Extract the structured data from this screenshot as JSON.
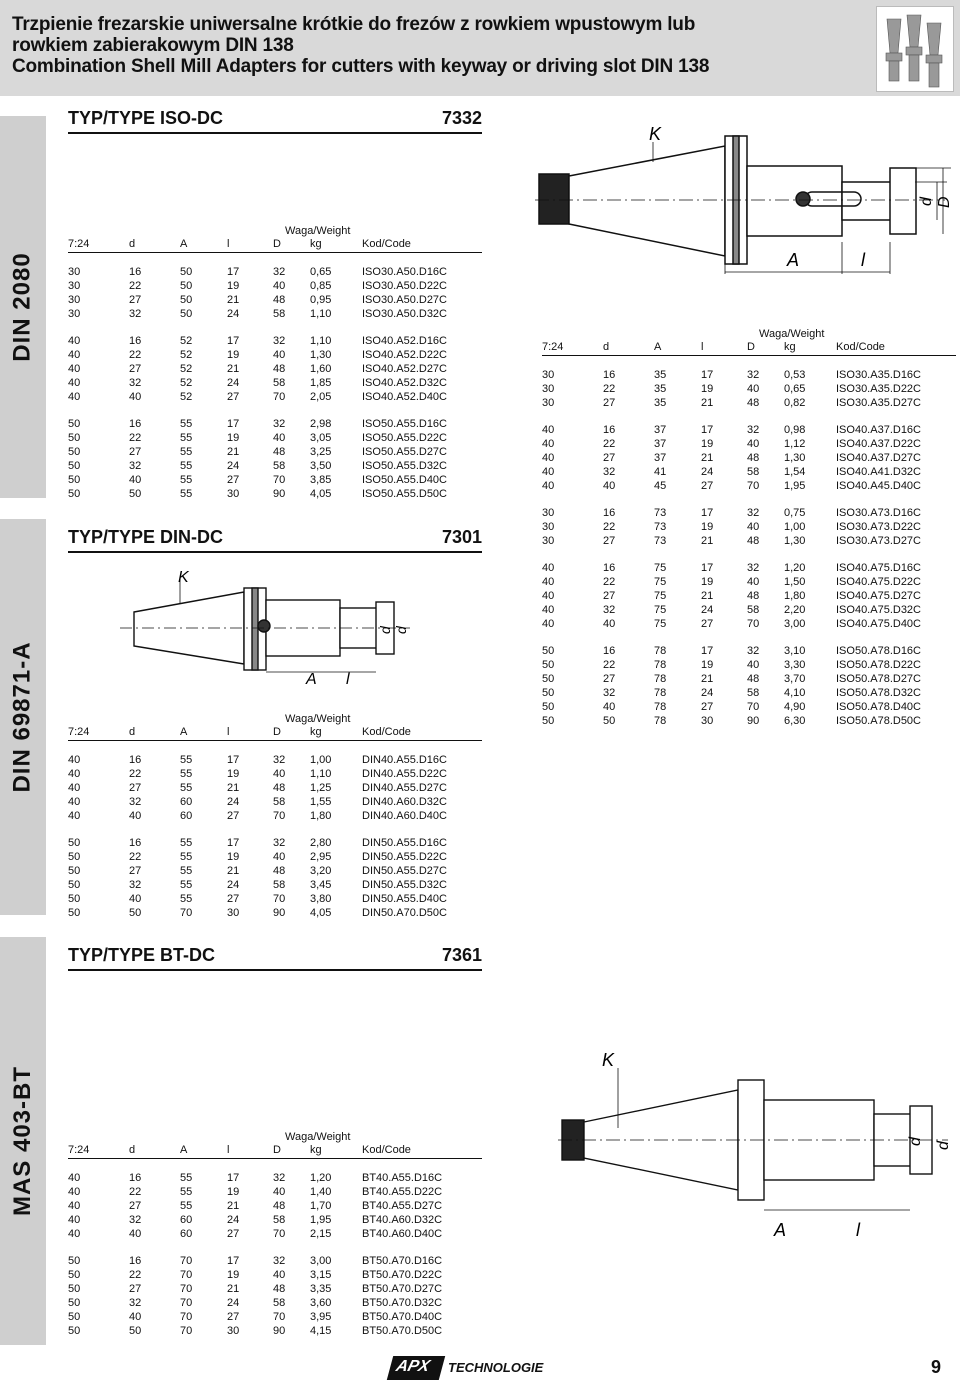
{
  "header": {
    "line1": "Trzpienie frezarskie uniwersalne krótkie do frezów z rowkiem wpustowym lub",
    "line2": "rowkiem zabierakowym DIN 138",
    "line3": "Combination Shell Mill Adapters for cutters with keyway or driving slot DIN 138"
  },
  "side_labels": [
    "DIN 2080",
    "DIN 69871-A",
    "MAS 403-BT"
  ],
  "columns": [
    "7:24",
    "d",
    "A",
    "l",
    "D",
    "kg",
    "Kod/Code"
  ],
  "weight_label": "Waga/Weight",
  "fig_labels": {
    "K": "K",
    "A": "A",
    "l": "l",
    "d": "d",
    "D": "D",
    "d1": "d",
    "one": "1"
  },
  "sections": {
    "iso": {
      "type_label": "TYP/TYPE  ISO-DC",
      "type_code": "7332",
      "groups": [
        [
          [
            "30",
            "16",
            "50",
            "17",
            "32",
            "0,65",
            "ISO30.A50.D16C"
          ],
          [
            "30",
            "22",
            "50",
            "19",
            "40",
            "0,85",
            "ISO30.A50.D22C"
          ],
          [
            "30",
            "27",
            "50",
            "21",
            "48",
            "0,95",
            "ISO30.A50.D27C"
          ],
          [
            "30",
            "32",
            "50",
            "24",
            "58",
            "1,10",
            "ISO30.A50.D32C"
          ]
        ],
        [
          [
            "40",
            "16",
            "52",
            "17",
            "32",
            "1,10",
            "ISO40.A52.D16C"
          ],
          [
            "40",
            "22",
            "52",
            "19",
            "40",
            "1,30",
            "ISO40.A52.D22C"
          ],
          [
            "40",
            "27",
            "52",
            "21",
            "48",
            "1,60",
            "ISO40.A52.D27C"
          ],
          [
            "40",
            "32",
            "52",
            "24",
            "58",
            "1,85",
            "ISO40.A52.D32C"
          ],
          [
            "40",
            "40",
            "52",
            "27",
            "70",
            "2,05",
            "ISO40.A52.D40C"
          ]
        ],
        [
          [
            "50",
            "16",
            "55",
            "17",
            "32",
            "2,98",
            "ISO50.A55.D16C"
          ],
          [
            "50",
            "22",
            "55",
            "19",
            "40",
            "3,05",
            "ISO50.A55.D22C"
          ],
          [
            "50",
            "27",
            "55",
            "21",
            "48",
            "3,25",
            "ISO50.A55.D27C"
          ],
          [
            "50",
            "32",
            "55",
            "24",
            "58",
            "3,50",
            "ISO50.A55.D32C"
          ],
          [
            "50",
            "40",
            "55",
            "27",
            "70",
            "3,85",
            "ISO50.A55.D40C"
          ],
          [
            "50",
            "50",
            "55",
            "30",
            "90",
            "4,05",
            "ISO50.A55.D50C"
          ]
        ]
      ],
      "right_groups": [
        [
          [
            "30",
            "16",
            "35",
            "17",
            "32",
            "0,53",
            "ISO30.A35.D16C"
          ],
          [
            "30",
            "22",
            "35",
            "19",
            "40",
            "0,65",
            "ISO30.A35.D22C"
          ],
          [
            "30",
            "27",
            "35",
            "21",
            "48",
            "0,82",
            "ISO30.A35.D27C"
          ]
        ],
        [
          [
            "40",
            "16",
            "37",
            "17",
            "32",
            "0,98",
            "ISO40.A37.D16C"
          ],
          [
            "40",
            "22",
            "37",
            "19",
            "40",
            "1,12",
            "ISO40.A37.D22C"
          ],
          [
            "40",
            "27",
            "37",
            "21",
            "48",
            "1,30",
            "ISO40.A37.D27C"
          ],
          [
            "40",
            "32",
            "41",
            "24",
            "58",
            "1,54",
            "ISO40.A41.D32C"
          ],
          [
            "40",
            "40",
            "45",
            "27",
            "70",
            "1,95",
            "ISO40.A45.D40C"
          ]
        ],
        [
          [
            "30",
            "16",
            "73",
            "17",
            "32",
            "0,75",
            "ISO30.A73.D16C"
          ],
          [
            "30",
            "22",
            "73",
            "19",
            "40",
            "1,00",
            "ISO30.A73.D22C"
          ],
          [
            "30",
            "27",
            "73",
            "21",
            "48",
            "1,30",
            "ISO30.A73.D27C"
          ]
        ],
        [
          [
            "40",
            "16",
            "75",
            "17",
            "32",
            "1,20",
            "ISO40.A75.D16C"
          ],
          [
            "40",
            "22",
            "75",
            "19",
            "40",
            "1,50",
            "ISO40.A75.D22C"
          ],
          [
            "40",
            "27",
            "75",
            "21",
            "48",
            "1,80",
            "ISO40.A75.D27C"
          ],
          [
            "40",
            "32",
            "75",
            "24",
            "58",
            "2,20",
            "ISO40.A75.D32C"
          ],
          [
            "40",
            "40",
            "75",
            "27",
            "70",
            "3,00",
            "ISO40.A75.D40C"
          ]
        ],
        [
          [
            "50",
            "16",
            "78",
            "17",
            "32",
            "3,10",
            "ISO50.A78.D16C"
          ],
          [
            "50",
            "22",
            "78",
            "19",
            "40",
            "3,30",
            "ISO50.A78.D22C"
          ],
          [
            "50",
            "27",
            "78",
            "21",
            "48",
            "3,70",
            "ISO50.A78.D27C"
          ],
          [
            "50",
            "32",
            "78",
            "24",
            "58",
            "4,10",
            "ISO50.A78.D32C"
          ],
          [
            "50",
            "40",
            "78",
            "27",
            "70",
            "4,90",
            "ISO50.A78.D40C"
          ],
          [
            "50",
            "50",
            "78",
            "30",
            "90",
            "6,30",
            "ISO50.A78.D50C"
          ]
        ]
      ]
    },
    "din": {
      "type_label": "TYP/TYPE  DIN-DC",
      "type_code": "7301",
      "groups": [
        [
          [
            "40",
            "16",
            "55",
            "17",
            "32",
            "1,00",
            "DIN40.A55.D16C"
          ],
          [
            "40",
            "22",
            "55",
            "19",
            "40",
            "1,10",
            "DIN40.A55.D22C"
          ],
          [
            "40",
            "27",
            "55",
            "21",
            "48",
            "1,25",
            "DIN40.A55.D27C"
          ],
          [
            "40",
            "32",
            "60",
            "24",
            "58",
            "1,55",
            "DIN40.A60.D32C"
          ],
          [
            "40",
            "40",
            "60",
            "27",
            "70",
            "1,80",
            "DIN40.A60.D40C"
          ]
        ],
        [
          [
            "50",
            "16",
            "55",
            "17",
            "32",
            "2,80",
            "DIN50.A55.D16C"
          ],
          [
            "50",
            "22",
            "55",
            "19",
            "40",
            "2,95",
            "DIN50.A55.D22C"
          ],
          [
            "50",
            "27",
            "55",
            "21",
            "48",
            "3,20",
            "DIN50.A55.D27C"
          ],
          [
            "50",
            "32",
            "55",
            "24",
            "58",
            "3,45",
            "DIN50.A55.D32C"
          ],
          [
            "50",
            "40",
            "55",
            "27",
            "70",
            "3,80",
            "DIN50.A55.D40C"
          ],
          [
            "50",
            "50",
            "70",
            "30",
            "90",
            "4,05",
            "DIN50.A70.D50C"
          ]
        ]
      ]
    },
    "bt": {
      "type_label": "TYP/TYPE  BT-DC",
      "type_code": "7361",
      "groups": [
        [
          [
            "40",
            "16",
            "55",
            "17",
            "32",
            "1,20",
            "BT40.A55.D16C"
          ],
          [
            "40",
            "22",
            "55",
            "19",
            "40",
            "1,40",
            "BT40.A55.D22C"
          ],
          [
            "40",
            "27",
            "55",
            "21",
            "48",
            "1,70",
            "BT40.A55.D27C"
          ],
          [
            "40",
            "32",
            "60",
            "24",
            "58",
            "1,95",
            "BT40.A60.D32C"
          ],
          [
            "40",
            "40",
            "60",
            "27",
            "70",
            "2,15",
            "BT40.A60.D40C"
          ]
        ],
        [
          [
            "50",
            "16",
            "70",
            "17",
            "32",
            "3,00",
            "BT50.A70.D16C"
          ],
          [
            "50",
            "22",
            "70",
            "19",
            "40",
            "3,15",
            "BT50.A70.D22C"
          ],
          [
            "50",
            "27",
            "70",
            "21",
            "48",
            "3,35",
            "BT50.A70.D27C"
          ],
          [
            "50",
            "32",
            "70",
            "24",
            "58",
            "3,60",
            "BT50.A70.D32C"
          ],
          [
            "50",
            "40",
            "70",
            "27",
            "70",
            "3,95",
            "BT50.A70.D40C"
          ],
          [
            "50",
            "50",
            "70",
            "30",
            "90",
            "4,15",
            "BT50.A70.D50C"
          ]
        ]
      ]
    }
  },
  "footer": {
    "brand": "APX",
    "brand_suffix": "TECHNOLOGIE",
    "page": "9"
  }
}
